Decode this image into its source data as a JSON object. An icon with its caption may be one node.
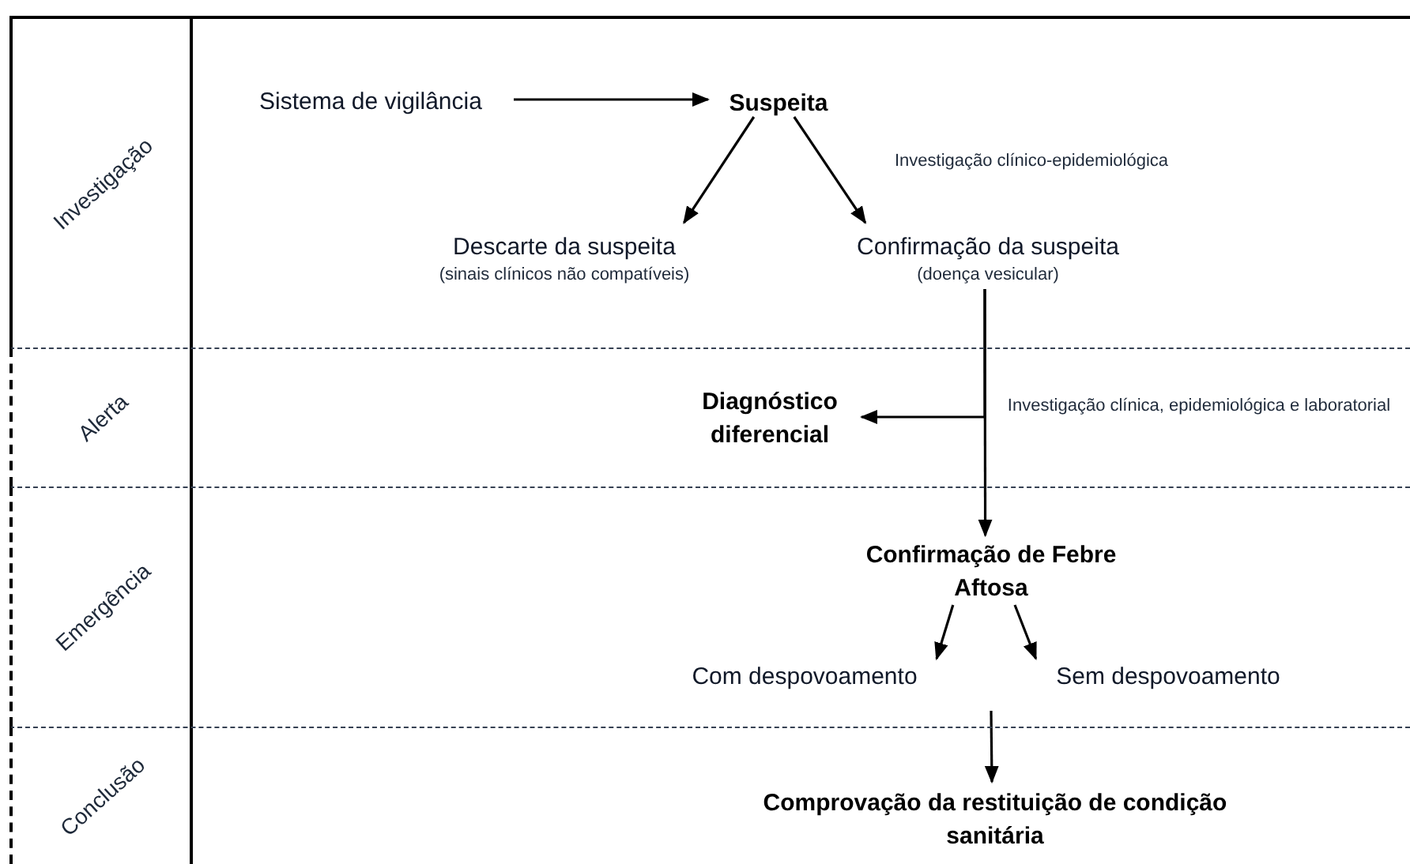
{
  "diagram": {
    "nodes": [
      {
        "text": [
          "Investigação"
        ]
      },
      {
        "text": [
          "Alerta"
        ]
      },
      {
        "text": [
          "Emergência"
        ]
      },
      {
        "text": [
          "Conclusão"
        ]
      },
      {
        "text": [
          "Sistema de vigilância"
        ],
        "in": 0
      },
      {
        "text": [
          "Suspeita"
        ],
        "in": 0
      },
      {
        "text": [
          "Descarte da suspeita",
          "(sinais clínicos não compatíveis)"
        ],
        "in": 0
      },
      {
        "text": [
          "Confirmação da suspeita",
          "(doença vesicular)"
        ],
        "in": 0
      },
      {
        "text": [
          "Diagnóstico diferencial"
        ],
        "in": 1
      },
      {
        "text": [
          "Confirmação de Febre Aftosa"
        ],
        "in": 2
      },
      {
        "text": [
          "Com despovoamento"
        ],
        "in": 2
      },
      {
        "text": [
          "Sem despovoamento"
        ],
        "in": 2
      },
      {
        "text": [
          "Comprovação da restituição de condição sanitária"
        ],
        "in": 3
      }
    ],
    "edges": [
      {
        "from": 4,
        "to": 5,
        "arrow": "to"
      },
      {
        "from": 5,
        "to": 6,
        "arrow": "to"
      },
      {
        "from": 5,
        "to": 7,
        "arrow": "to",
        "label": "Investigação clínico-epidemiológica"
      },
      {
        "from": 7,
        "to": 8,
        "arrow": "to"
      },
      {
        "from": 7,
        "to": 9,
        "arrow": "to",
        "label": "Investigação clínica, epidemiológica e laboratorial"
      },
      {
        "from": 9,
        "to": 10,
        "arrow": "to"
      },
      {
        "from": 9,
        "to": 11,
        "arrow": "to"
      },
      {
        "from": null,
        "to": 12,
        "arrow": "to"
      }
    ]
  }
}
